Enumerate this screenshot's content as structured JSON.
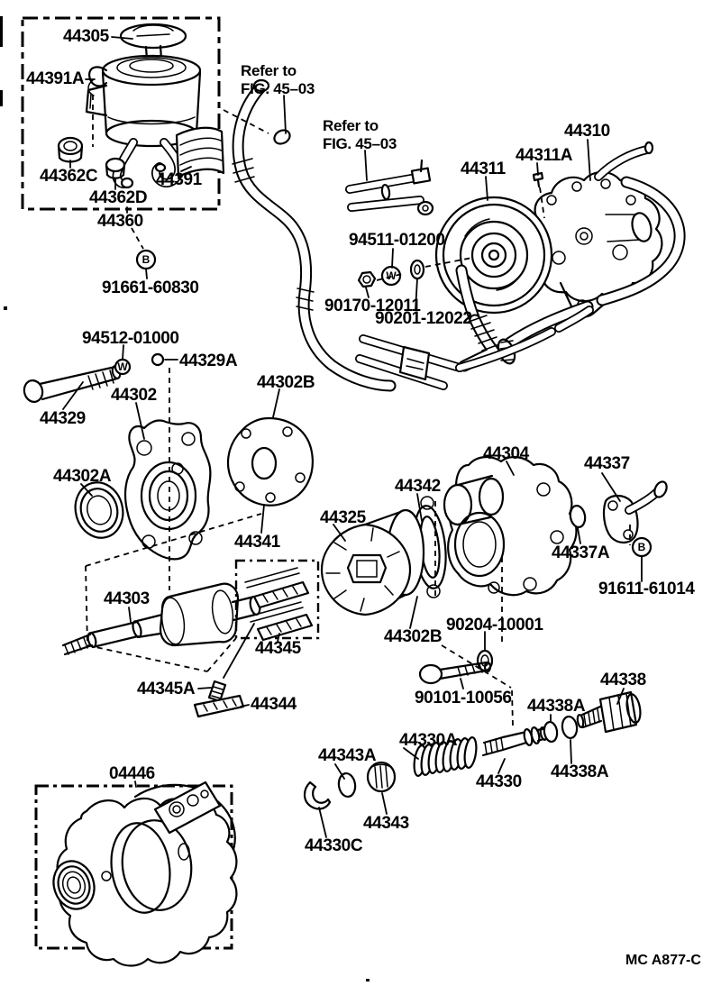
{
  "figure": {
    "code": "MC A877-C"
  },
  "symbols": {
    "washer": "W",
    "bolt": "B"
  },
  "notes": {
    "refer1_line1": "Refer to",
    "refer1_line2": "FIG. 45–03",
    "refer2_line1": "Refer to",
    "refer2_line2": "FIG. 45–03"
  },
  "labels": {
    "l44305": "44305",
    "l44391A": "44391A",
    "l44310": "44310",
    "l44311A": "44311A",
    "l44311": "44311",
    "l44362C": "44362C",
    "l44391": "44391",
    "l44362D": "44362D",
    "l44360": "44360",
    "l94511": "94511-01200",
    "l91661": "91661-60830",
    "l90170": "90170-12011",
    "l90201": "90201-12022",
    "l94512": "94512-01000",
    "l44329A": "44329A",
    "l44302": "44302",
    "l44302B_top": "44302B",
    "l44329": "44329",
    "l44304": "44304",
    "l44337": "44337",
    "l44302A": "44302A",
    "l44342": "44342",
    "l44325": "44325",
    "l44341": "44341",
    "l44337A": "44337A",
    "l91611": "91611-61014",
    "l44303": "44303",
    "l90204": "90204-10001",
    "l44302B_bot": "44302B",
    "l44345": "44345",
    "l44345A": "44345A",
    "l90101": "90101-10056",
    "l44344": "44344",
    "l44338": "44338",
    "l44338A_top": "44338A",
    "l44330A": "44330A",
    "l44343A": "44343A",
    "l44338A_bot": "44338A",
    "l44330": "44330",
    "l04446": "04446",
    "l44343": "44343",
    "l44330C": "44330C"
  }
}
